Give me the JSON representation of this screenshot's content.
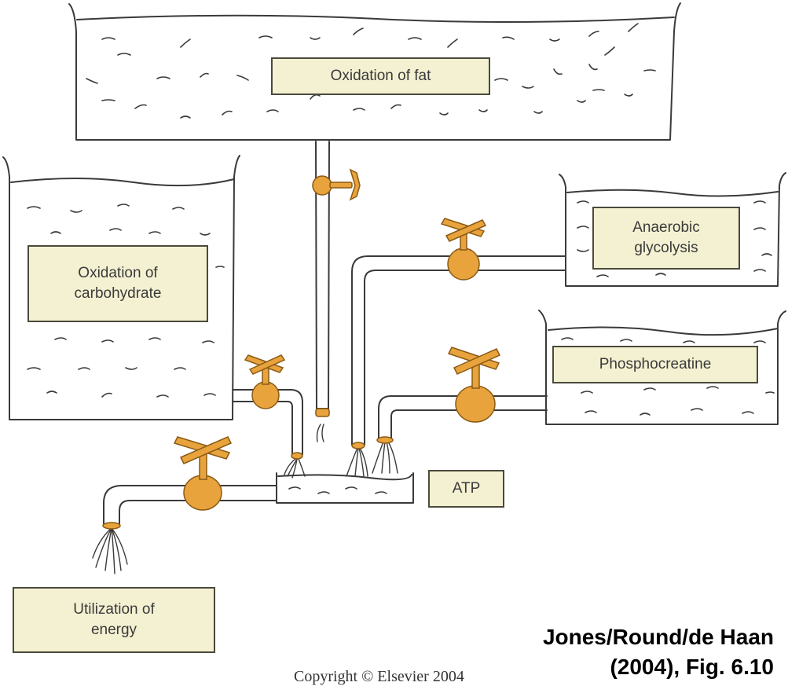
{
  "tanks": {
    "fat": {
      "label": "Oxidation of fat"
    },
    "carbohydrate": {
      "label": "Oxidation of\ncarbohydrate"
    },
    "anaerobic": {
      "label": "Anaerobic\nglycolysis"
    },
    "phosphocreatine": {
      "label": "Phosphocreatine"
    }
  },
  "atp": {
    "label": "ATP"
  },
  "utilization": {
    "label": "Utilization of\nenergy"
  },
  "copyright": "Copyright © Elsevier 2004",
  "citation": "Jones/Round/de Haan\n(2004), Fig. 6.10",
  "colors": {
    "tap": "#e8a33d",
    "tap_stroke": "#8a5a14",
    "label_fill": "#f4f1d2",
    "line": "#3a3a3a"
  }
}
